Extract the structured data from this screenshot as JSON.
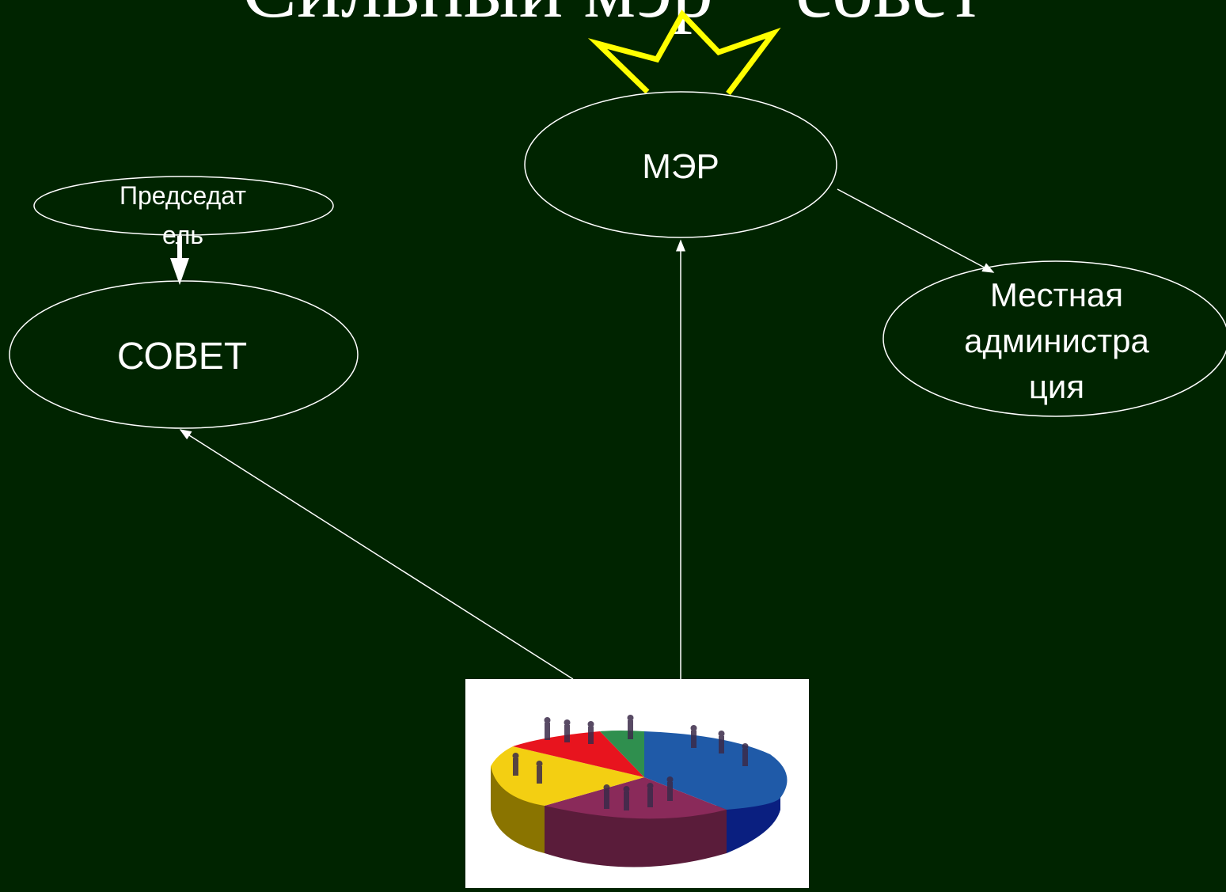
{
  "title": "Сильный мэр – совет",
  "nodes": {
    "mayor": "МЭР",
    "council": "СОВЕТ",
    "chairman": "Председат\nель",
    "administration": "Местная\nадминистра\nция"
  },
  "colors": {
    "background": "#002400",
    "lines": "#ffffff",
    "crown": "#ffff00",
    "pie_red": "#e8141e",
    "pie_green": "#2f8f4e",
    "pie_blue": "#1f5aa8",
    "pie_purple": "#8a2a5a",
    "pie_yellow": "#f3cf12"
  },
  "icons": {
    "crown": "crown-icon",
    "population": "population-pie-icon"
  }
}
